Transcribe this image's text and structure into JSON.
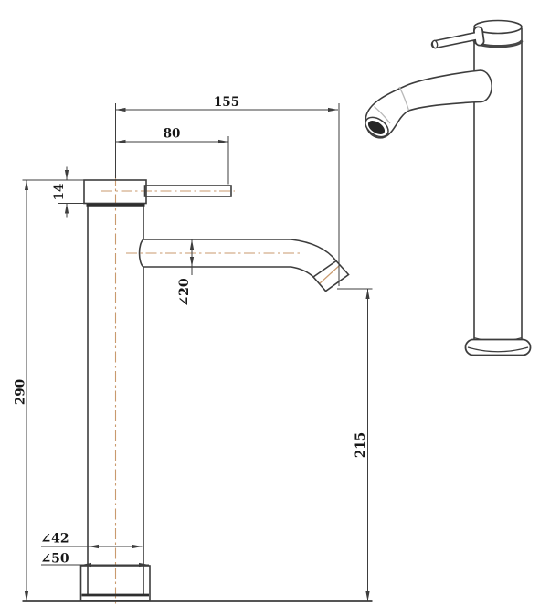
{
  "drawing_type": "faucet-technical-drawing",
  "colors": {
    "line": "#3d3d3d",
    "centerline": "#c99a6e",
    "seam": "#474747",
    "outlet_fill": "#262626",
    "highlight_seam": "#b9b9b9",
    "text": "#161616",
    "background": "#ffffff"
  },
  "front_view": {
    "dim_spout_reach": "155",
    "dim_handle_reach": "80",
    "dim_cap_height": "14",
    "dim_total_height": "290",
    "dim_spout_diameter": "∠20",
    "dim_spout_height": "215",
    "dim_body_diameter": "∠42",
    "dim_base_diameter": "∠50"
  }
}
